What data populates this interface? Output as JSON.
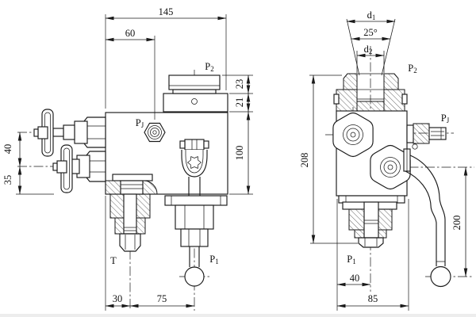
{
  "colors": {
    "line": "#1a1a1a",
    "background": "#ffffff"
  },
  "left_view": {
    "dims": {
      "overall_width": "145",
      "pj_offset": "60",
      "cap_height": "23",
      "plate_height": "21",
      "body_height": "100",
      "knob_spacing": "40",
      "lower_knob_to_base": "35",
      "t_offset": "30",
      "t_to_p1": "75"
    },
    "ports": {
      "p2": {
        "base": "P",
        "sub": "2"
      },
      "pj": {
        "base": "P",
        "sub": "J"
      },
      "t": {
        "base": "T",
        "sub": ""
      },
      "p1": {
        "base": "P",
        "sub": "1"
      }
    }
  },
  "right_view": {
    "dims": {
      "d1": {
        "base": "d",
        "sub": "1"
      },
      "cone_angle": "25°",
      "d2": {
        "base": "d",
        "sub": "2"
      },
      "overall_height": "208",
      "lever_length": "200",
      "p1_offset": "40",
      "overall_depth": "85"
    },
    "ports": {
      "p2": {
        "base": "P",
        "sub": "2"
      },
      "pj": {
        "base": "P",
        "sub": "J"
      },
      "p1": {
        "base": "P",
        "sub": "1"
      }
    }
  }
}
